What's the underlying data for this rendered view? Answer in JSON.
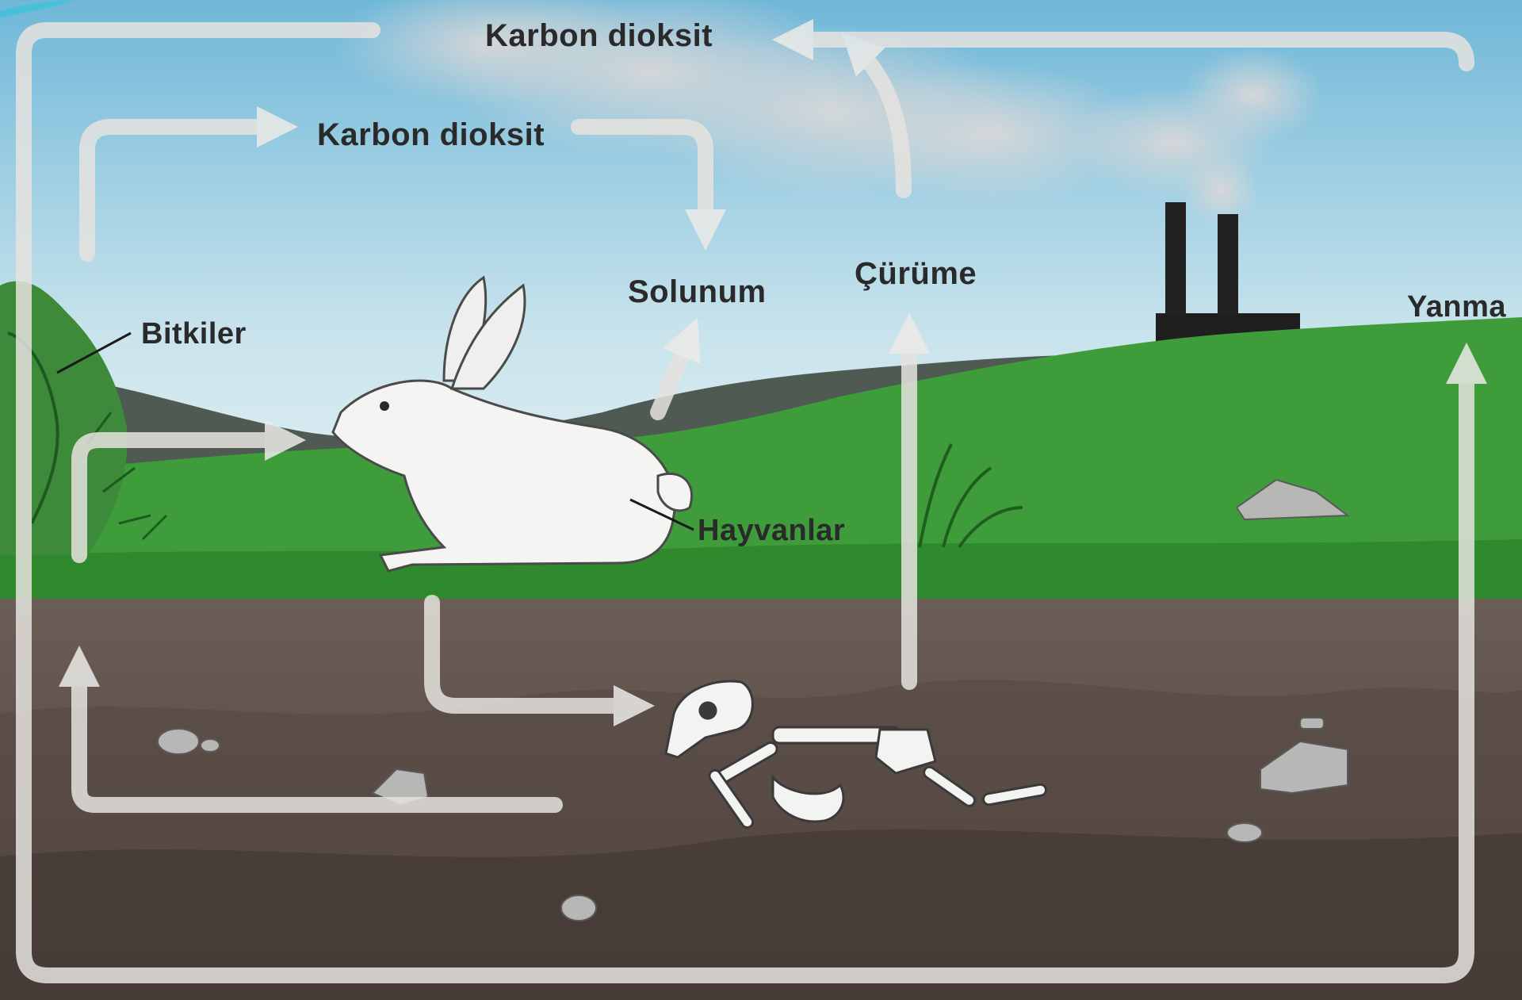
{
  "diagram": {
    "labels": {
      "top_co2": "Karbon dioksit",
      "mid_co2": "Karbon dioksit",
      "respiration": "Solunum",
      "decay": "Çürüme",
      "combustion": "Yanma",
      "plants": "Bitkiler",
      "animals": "Hayvanlar"
    }
  },
  "colors": {
    "sky_top": "#7fc0dd",
    "sky_bottom": "#e2f0f4",
    "grass": "#3f9c3a",
    "hills": "#4c5a50",
    "soil": "#5a4d46",
    "arrow": "#e6e3df",
    "factory": "#222222",
    "smoke": "#d0d0d0",
    "label": "#2a2a2a"
  }
}
